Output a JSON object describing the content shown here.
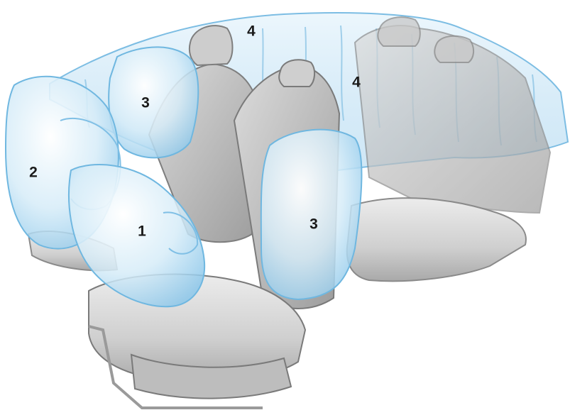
{
  "callouts": [
    {
      "label": "1"
    },
    {
      "label": "2"
    },
    {
      "label": "3"
    },
    {
      "label": "3"
    },
    {
      "label": "4"
    },
    {
      "label": "4"
    }
  ],
  "colors": {
    "airbag_fill": "#cfe7f5",
    "airbag_edge": "#6fb7e0",
    "seat_fill": "#d6d6d6",
    "seat_edge": "#8a8a8a"
  }
}
